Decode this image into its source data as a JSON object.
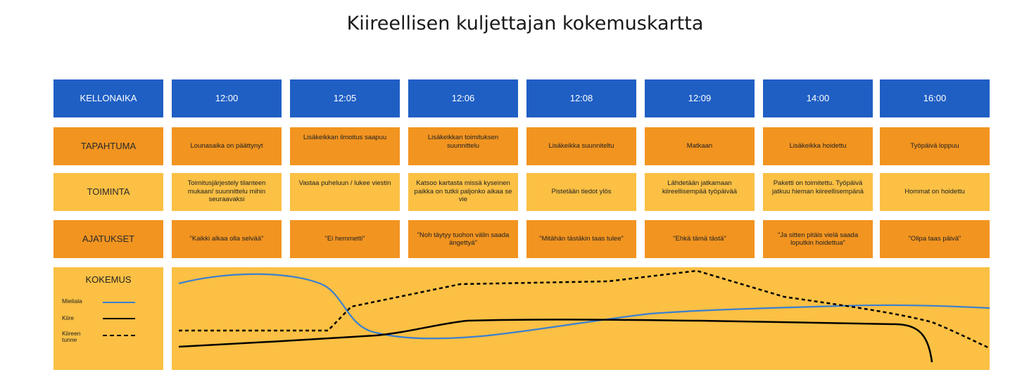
{
  "title": "Kiireellisen kuljettajan kokemuskartta",
  "row_labels": {
    "time": "KELLONAIKA",
    "event": "TAPAHTUMA",
    "action": "TOIMINTA",
    "thoughts": "AJATUKSET",
    "experience": "KOKEMUS"
  },
  "columns": [
    {
      "time": "12:00",
      "event": "Lounasaika on päättynyt",
      "action": "Toimitusjärjestely tilanteen mukaan/ suunnittelu mihin seuraavaksi",
      "thought": "\"Kaikki alkaa olla selvää\""
    },
    {
      "time": "12:05",
      "event": "Lisäkeikkan ilmoitus saapuu",
      "action": "Vastaa puheluun / lukee viestin",
      "thought": "\"Ei hemmetti\""
    },
    {
      "time": "12:06",
      "event": "Lisäkeikkan toimituksen suunnittelu",
      "action": "Katsoo kartasta missä kyseinen paikka on tutkii paljonko aikaa se vie",
      "thought": "\"Noh täytyy tuohon välin saada ängettyä\""
    },
    {
      "time": "12:08",
      "event": "Lisäkeikka suunniteltu",
      "action": "Pistetään tiedot ylös",
      "thought": "\"Mitähän tästäkin taas tulee\""
    },
    {
      "time": "12:09",
      "event": "Matkaan",
      "action": "Lähdetään jatkamaan kiireellisempää työpäivää",
      "thought": "\"Ehkä tämä tästä\""
    },
    {
      "time": "14:00",
      "event": "Lisäkeikka hoidettu",
      "action": "Paketti on toimitettu. Työpäivä jatkuu hieman kiireellisempänä",
      "thought": "\"Ja sitten pitäis vielä saada loputkin hoidettua\""
    },
    {
      "time": "16:00",
      "event": "Työpäivä loppuu",
      "action": "Hommat on hoidettu",
      "thought": "\"Olipa taas päivä\""
    }
  ],
  "legend": [
    {
      "label": "Mieliala",
      "style": "solid",
      "color": "#3a7fd0"
    },
    {
      "label": "Kiire",
      "style": "solid",
      "color": "#000000"
    },
    {
      "label": "Kiireen tunne",
      "style": "dashed",
      "color": "#000000"
    }
  ],
  "colors": {
    "blue": "#1f5fc4",
    "orange": "#f29420",
    "yellow": "#fbc044",
    "mood_line": "#3a7fd0",
    "busy_line": "#000000"
  }
}
